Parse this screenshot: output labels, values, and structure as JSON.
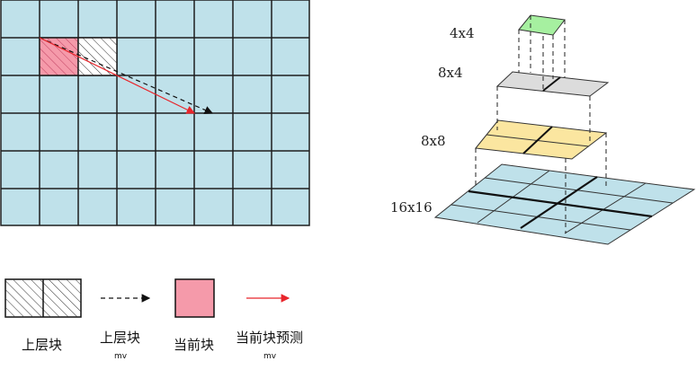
{
  "colors": {
    "grid_fill": "#bfe1ea",
    "grid_line": "#1e1e1e",
    "current_block": "#f59aaa",
    "mv_red": "#e8252b",
    "mv_dashed": "#111111",
    "level_4x4": "#a6f0a0",
    "level_8x4": "#dcdcdc",
    "level_8x8": "#fbe6a0",
    "level_16x16": "#bfe1ea"
  },
  "legend": {
    "upper_block": "上层块",
    "upper_block_mv": "上层块",
    "upper_block_mv_sub": "mv",
    "current_block": "当前块",
    "current_pred": "当前块预测",
    "current_pred_sub": "mv"
  },
  "levels": {
    "l4x4": "4x4",
    "l8x4": "8x4",
    "l8x8": "8x8",
    "l16x16": "16x16"
  },
  "icons": {
    "arrow_dashed": "dashed-arrow-icon",
    "arrow_red": "red-arrow-icon"
  }
}
